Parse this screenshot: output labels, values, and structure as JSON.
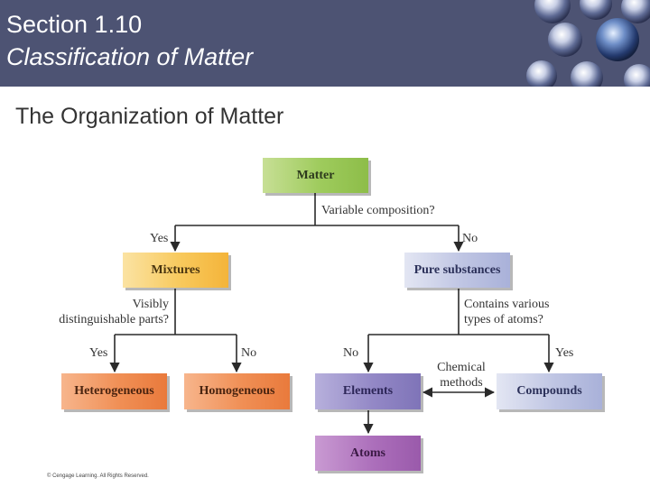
{
  "header": {
    "section": "Section 1.10",
    "title": "Classification of Matter"
  },
  "subtitle": "The Organization of Matter",
  "diagram": {
    "nodes": {
      "matter": "Matter",
      "mixtures": "Mixtures",
      "pure_substances": "Pure substances",
      "heterogeneous": "Heterogeneous",
      "homogeneous": "Homogeneous",
      "elements": "Elements",
      "compounds": "Compounds",
      "atoms": "Atoms"
    },
    "questions": {
      "q1": "Variable composition?",
      "q2_line1": "Visibly",
      "q2_line2": "distinguishable parts?",
      "q3_line1": "Contains various",
      "q3_line2": "types of atoms?"
    },
    "answers": {
      "yes_mixtures": "Yes",
      "no_pure": "No",
      "yes_hetero": "Yes",
      "no_homo": "No",
      "no_elements": "No",
      "yes_compounds": "Yes"
    },
    "chemical_line1": "Chemical",
    "chemical_line2": "methods",
    "colors": {
      "green": "#9ecb5c",
      "yellow": "#f8c95c",
      "blue": "#bfc5e3",
      "orange": "#f08f55",
      "purple": "#9388c6",
      "violet": "#ac6fbb"
    }
  },
  "footer": {
    "copyright": "© Cengage Learning. All Rights Reserved."
  }
}
